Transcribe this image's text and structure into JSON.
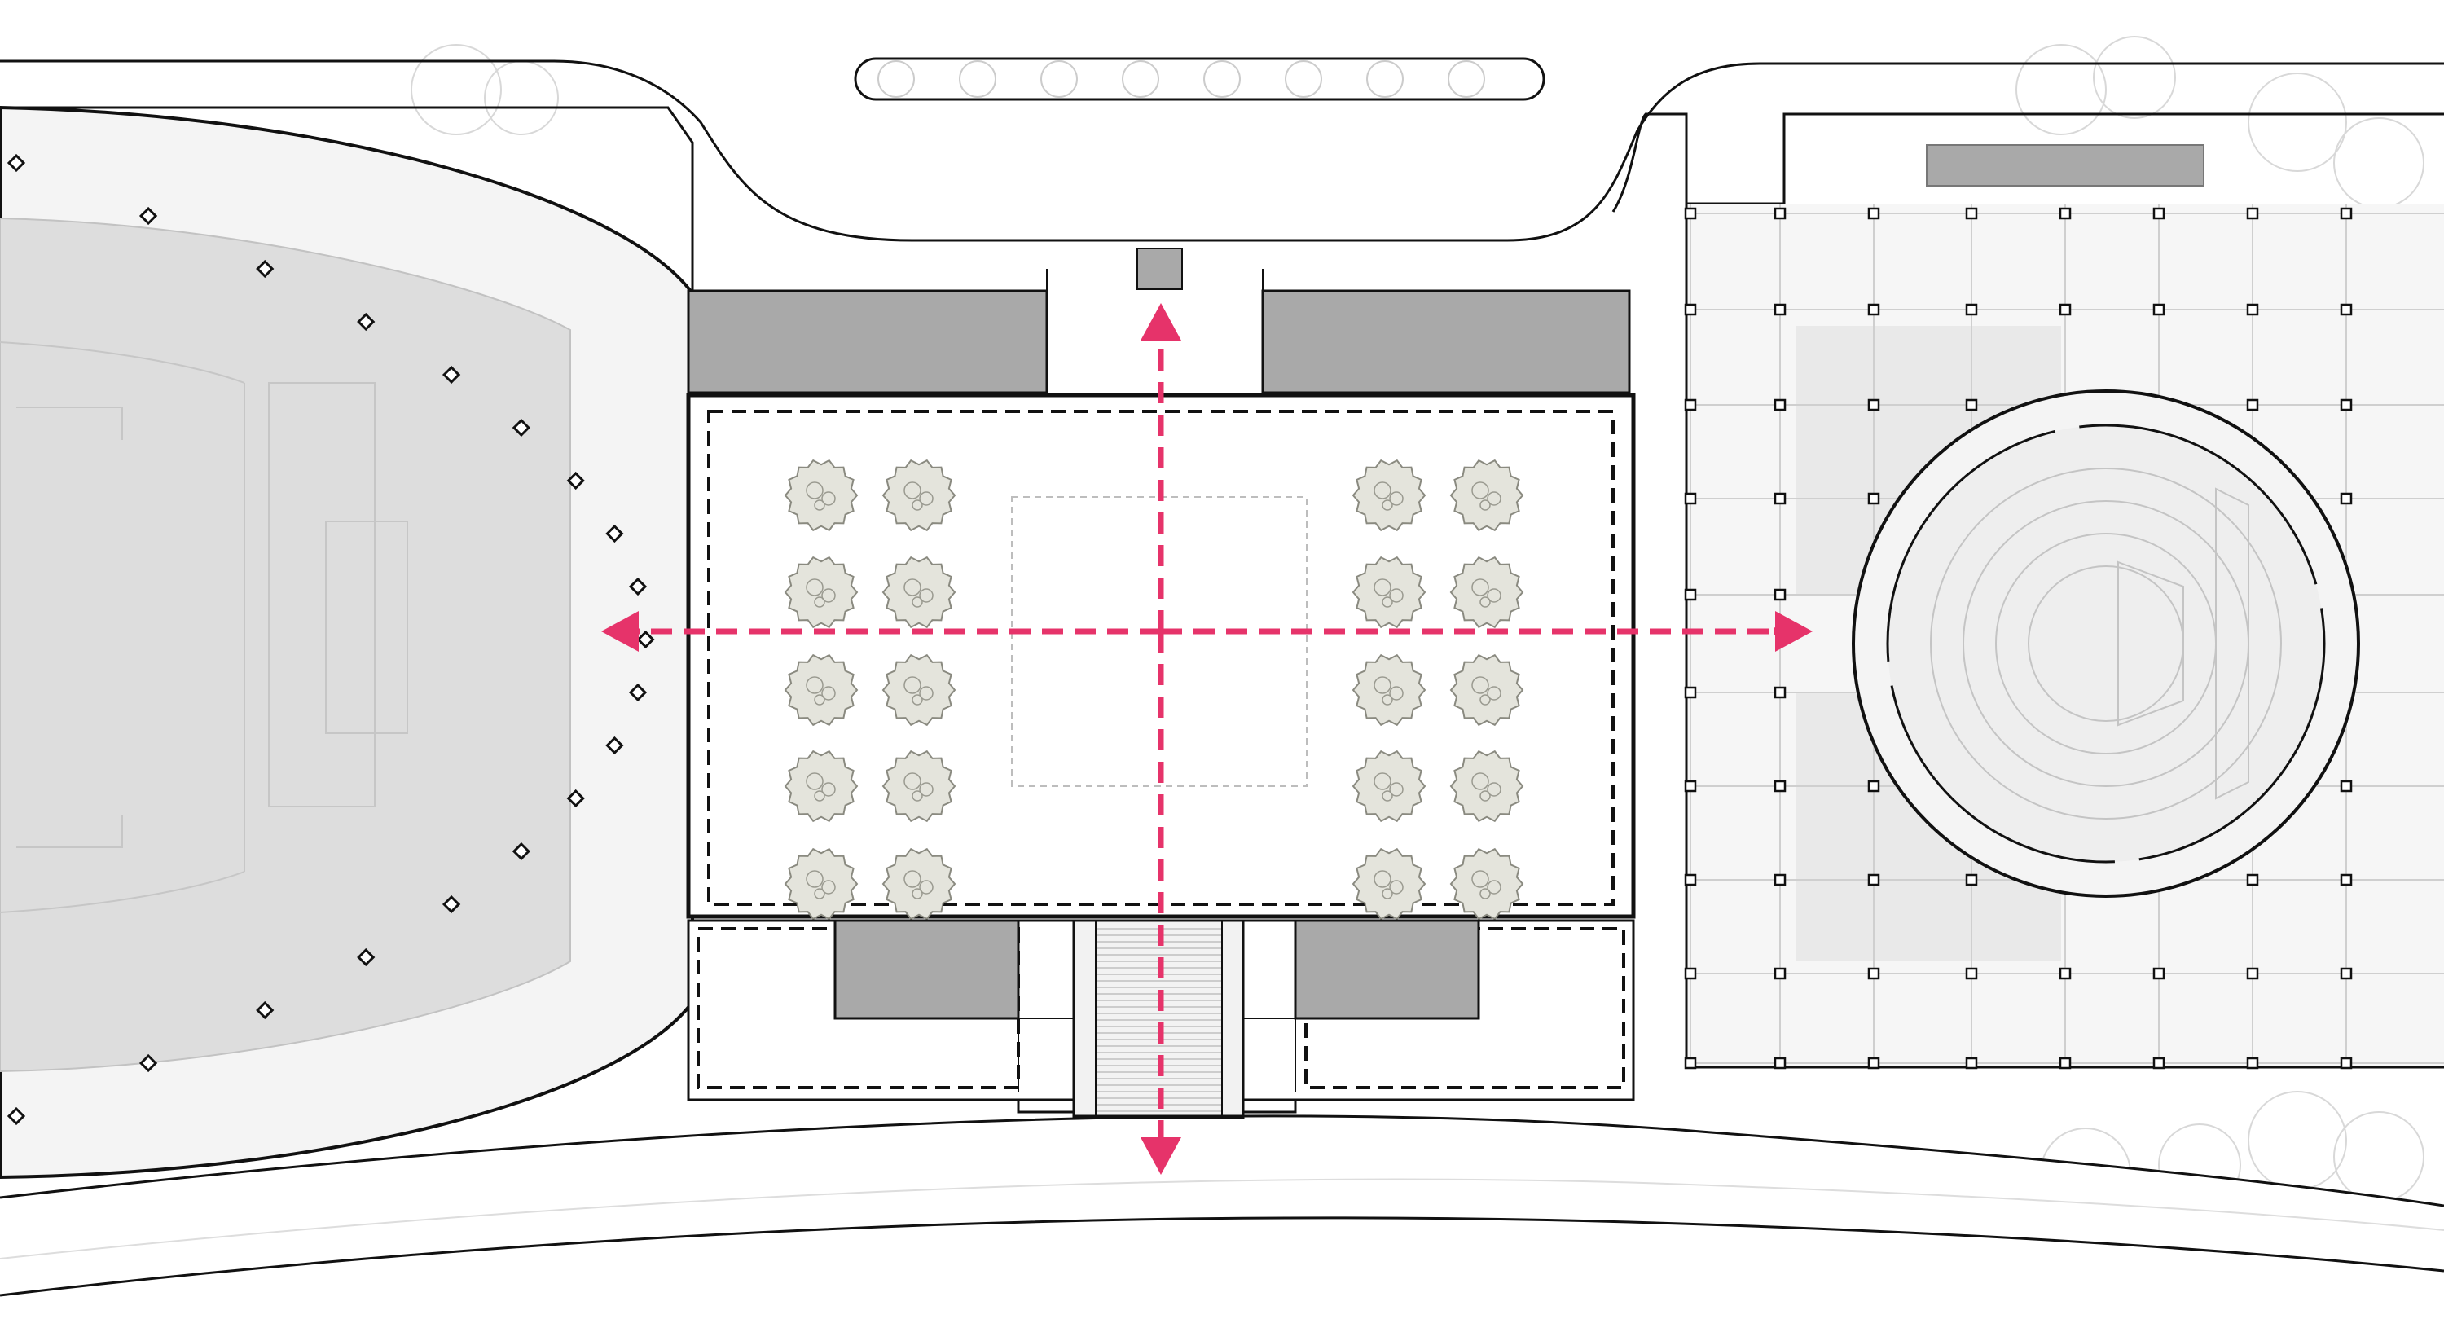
{
  "diagram": {
    "kind": "architectural site plan",
    "colors": {
      "background": "#ffffff",
      "hardscape": "#f4f4f4",
      "field": "#dddddd",
      "plaza_zone": "#e9e9e9",
      "building_block": "#a9a9a9",
      "line_dark": "#111111",
      "line_light": "#c8c8c8",
      "tree_fill": "#e4e4dc",
      "arrow": "#e6336a"
    },
    "elements": {
      "stadium_columns": 19,
      "central_trees": 20,
      "grid_rows": 10,
      "grid_cols": 8
    },
    "arrows": [
      "north",
      "south",
      "east",
      "west"
    ]
  }
}
